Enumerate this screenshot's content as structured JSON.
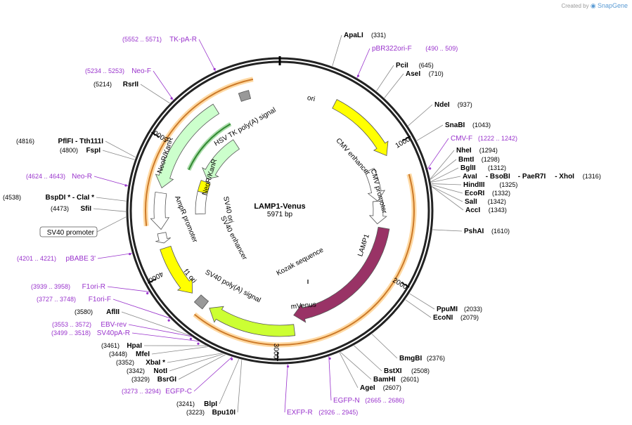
{
  "branding": {
    "created_by": "Created by",
    "app_name": "SnapGene",
    "logo_icon": "snapgene-logo-icon"
  },
  "plasmid": {
    "name": "LAMP1-Venus",
    "length_label": "5971 bp",
    "length": 5971
  },
  "ticks": [
    {
      "pos": 0,
      "label": ""
    },
    {
      "pos": 1000,
      "label": "1000"
    },
    {
      "pos": 2000,
      "label": "2000"
    },
    {
      "pos": 3000,
      "label": "3000"
    },
    {
      "pos": 4000,
      "label": "4000"
    },
    {
      "pos": 5000,
      "label": "5000"
    }
  ],
  "colors": {
    "ori": "#ffff00",
    "cmv": "#ffffff",
    "lamp1": "#993366",
    "mvenus": "#ccff33",
    "sv40_polya": "#999999",
    "f1_ori": "#ffff00",
    "ampr_promoter": "#ffffff",
    "neokanr": "#ccffcc",
    "hsv_polya": "#999999",
    "sv40_ori": "#ffff00",
    "primer": "#9933cc",
    "orf": "#cc7a29",
    "orf_glow": "#ffd9a3"
  },
  "features": [
    {
      "id": "ori",
      "label": "ori",
      "start": 450,
      "end": 1040,
      "radius": 171,
      "width": 14,
      "color": "#ffff00",
      "arrow": "cw"
    },
    {
      "id": "cmv-enhancer",
      "label": "CMV enhancer",
      "start": 1090,
      "end": 1400,
      "radius": 140,
      "width": 14,
      "color": "#ffffff",
      "arrow": "cw"
    },
    {
      "id": "cmv-promoter",
      "label": "CMV promoter",
      "start": 1400,
      "end": 1620,
      "radius": 140,
      "width": 14,
      "color": "#ffffff",
      "arrow": "cw"
    },
    {
      "id": "lamp1",
      "label": "LAMP1",
      "start": 1650,
      "end": 2860,
      "radius": 150,
      "width": 16,
      "color": "#993366",
      "arrow": "cw"
    },
    {
      "id": "mvenus",
      "label": "mVenus",
      "start": 2870,
      "end": 3580,
      "radius": 171,
      "width": 16,
      "color": "#ccff33",
      "arrow": "cw"
    },
    {
      "id": "sv40-polya",
      "label": "SV40 poly(A) signal",
      "start": 3620,
      "end": 3700,
      "radius": 171,
      "width": 14,
      "color": "#999999",
      "arrow": "none"
    },
    {
      "id": "f1-ori",
      "label": "f1 ori",
      "start": 3760,
      "end": 4180,
      "radius": 171,
      "width": 16,
      "color": "#ffff00",
      "arrow": "ccw"
    },
    {
      "id": "ampr-promoter-a",
      "label": "",
      "start": 4220,
      "end": 4300,
      "radius": 171,
      "width": 12,
      "color": "#ffffff",
      "arrow": "ccw"
    },
    {
      "id": "ampr-promoter-b",
      "label": "AmpR promoter",
      "start": 4330,
      "end": 4620,
      "radius": 171,
      "width": 16,
      "color": "#ffffff",
      "arrow": "ccw"
    },
    {
      "id": "neokanr-outer",
      "label": "NeoR/KanR",
      "start": 4660,
      "end": 5440,
      "radius": 171,
      "width": 16,
      "color": "#ccffcc",
      "arrow": "ccw"
    },
    {
      "id": "hsv-polya",
      "label": "HSV TK poly(A) signal",
      "start": 5650,
      "end": 5730,
      "radius": 171,
      "width": 12,
      "color": "#999999",
      "arrow": "none"
    },
    {
      "id": "sv40-ori",
      "label": "SV40 ori",
      "start": 4700,
      "end": 4830,
      "radius": 113,
      "width": 14,
      "color": "#ffff00",
      "arrow": "none"
    },
    {
      "id": "sv40-enhancer",
      "label": "SV40 enhancer",
      "start": 4440,
      "end": 4700,
      "radius": 113,
      "width": 14,
      "color": "#ffffff",
      "arrow": "none"
    },
    {
      "id": "neokanr-inner",
      "label": "NeoR/KanR",
      "start": 4870,
      "end": 5420,
      "radius": 113,
      "width": 16,
      "color": "#ccffcc",
      "arrow": "ccw"
    }
  ],
  "feature_labels": [
    {
      "id": "ori",
      "text": "ori"
    },
    {
      "id": "cmv-enhancer",
      "text": "CMV enhancer"
    },
    {
      "id": "cmv-promoter",
      "text": "CMV promoter"
    },
    {
      "id": "lamp1",
      "text": "LAMP1"
    },
    {
      "id": "mvenus",
      "text": "mVenus"
    },
    {
      "id": "sv40-polya",
      "text": "SV40 poly(A) signal"
    },
    {
      "id": "f1-ori",
      "text": "f1 ori"
    },
    {
      "id": "ampr-promoter",
      "text": "AmpR promoter"
    },
    {
      "id": "neokanr-outer",
      "text": "NeoR/KanR"
    },
    {
      "id": "hsv-polya",
      "text": "HSV TK poly(A) signal"
    },
    {
      "id": "sv40-ori",
      "text": "SV40 ori"
    },
    {
      "id": "sv40-enhancer",
      "text": "SV40 enhancer"
    },
    {
      "id": "neokanr-inner",
      "text": "NeoR/KanR"
    },
    {
      "id": "kozak",
      "text": "Kozak sequence"
    }
  ],
  "orfs": [
    {
      "start": 1230,
      "end": 3640,
      "direction": "cw"
    },
    {
      "start": 4370,
      "end": 5780,
      "direction": "ccw"
    }
  ],
  "inner_orf": {
    "start": 4880,
    "end": 5480,
    "direction": "ccw"
  },
  "sites": [
    {
      "name": "ApaLI",
      "pos_label": "(331)",
      "pos": 331,
      "side": "right"
    },
    {
      "name": "pBR322ori-F",
      "pos_label": "(490 .. 509)",
      "pos": 500,
      "side": "right",
      "primer": true
    },
    {
      "name": "PciI",
      "pos_label": "(645)",
      "pos": 645,
      "side": "right"
    },
    {
      "name": "AseI",
      "pos_label": "(710)",
      "pos": 710,
      "side": "right"
    },
    {
      "name": "NdeI",
      "pos_label": "(937)",
      "pos": 937,
      "side": "right"
    },
    {
      "name": "SnaBI",
      "pos_label": "(1043)",
      "pos": 1043,
      "side": "right"
    },
    {
      "name": "CMV-F",
      "pos_label": "(1222 .. 1242)",
      "pos": 1232,
      "side": "right",
      "primer": true
    },
    {
      "name": "NheI",
      "pos_label": "(1294)",
      "pos": 1294,
      "side": "right"
    },
    {
      "name": "BmtI",
      "pos_label": "(1298)",
      "pos": 1298,
      "side": "right"
    },
    {
      "name": "BglII",
      "pos_label": "(1312)",
      "pos": 1312,
      "side": "right"
    },
    {
      "name": "AvaI",
      "extra": [
        "BsoBI",
        "PaeR7I",
        "XhoI"
      ],
      "pos_label": "(1316)",
      "pos": 1316,
      "side": "right"
    },
    {
      "name": "HindIII",
      "pos_label": "(1325)",
      "pos": 1325,
      "side": "right"
    },
    {
      "name": "EcoRI",
      "pos_label": "(1332)",
      "pos": 1332,
      "side": "right"
    },
    {
      "name": "SalI",
      "pos_label": "(1342)",
      "pos": 1342,
      "side": "right"
    },
    {
      "name": "AccI",
      "pos_label": "(1343)",
      "pos": 1343,
      "side": "right"
    },
    {
      "name": "PshAI",
      "pos_label": "(1610)",
      "pos": 1610,
      "side": "right"
    },
    {
      "name": "PpuMI",
      "pos_label": "(2033)",
      "pos": 2033,
      "side": "right"
    },
    {
      "name": "EcoNI",
      "pos_label": "(2079)",
      "pos": 2079,
      "side": "right"
    },
    {
      "name": "BmgBI",
      "pos_label": "(2376)",
      "pos": 2376,
      "side": "right"
    },
    {
      "name": "BstXI",
      "pos_label": "(2508)",
      "pos": 2508,
      "side": "right"
    },
    {
      "name": "BamHI",
      "pos_label": "(2601)",
      "pos": 2601,
      "side": "right"
    },
    {
      "name": "AgeI",
      "pos_label": "(2607)",
      "pos": 2607,
      "side": "right"
    },
    {
      "name": "EGFP-N",
      "pos_label": "(2665 .. 2686)",
      "pos": 2676,
      "side": "right",
      "primer": true
    },
    {
      "name": "EXFP-R",
      "pos_label": "(2926 .. 2945)",
      "pos": 2936,
      "side": "right",
      "primer": true
    },
    {
      "name": "Bpu10I",
      "pos_label": "(3223)",
      "pos": 3223,
      "side": "left"
    },
    {
      "name": "BlpI",
      "pos_label": "(3241)",
      "pos": 3241,
      "side": "left"
    },
    {
      "name": "EGFP-C",
      "pos_label": "(3273 .. 3294)",
      "pos": 3283,
      "side": "left",
      "primer": true
    },
    {
      "name": "BsrGI",
      "pos_label": "(3329)",
      "pos": 3329,
      "side": "left"
    },
    {
      "name": "NotI",
      "pos_label": "(3342)",
      "pos": 3342,
      "side": "left"
    },
    {
      "name": "XbaI *",
      "pos_label": "(3352)",
      "pos": 3352,
      "side": "left"
    },
    {
      "name": "MfeI",
      "pos_label": "(3448)",
      "pos": 3448,
      "side": "left"
    },
    {
      "name": "HpaI",
      "pos_label": "(3461)",
      "pos": 3461,
      "side": "left"
    },
    {
      "name": "SV40pA-R",
      "pos_label": "(3499 .. 3518)",
      "pos": 3508,
      "side": "left",
      "primer": true
    },
    {
      "name": "EBV-rev",
      "pos_label": "(3553 .. 3572)",
      "pos": 3562,
      "side": "left",
      "primer": true
    },
    {
      "name": "AflII",
      "pos_label": "(3580)",
      "pos": 3580,
      "side": "left"
    },
    {
      "name": "F1ori-F",
      "pos_label": "(3727 .. 3748)",
      "pos": 3737,
      "side": "left",
      "primer": true
    },
    {
      "name": "F1ori-R",
      "pos_label": "(3939 .. 3958)",
      "pos": 3948,
      "side": "left",
      "primer": true
    },
    {
      "name": "pBABE 3'",
      "pos_label": "(4201 .. 4221)",
      "pos": 4211,
      "side": "left",
      "primer": true
    },
    {
      "name": "SV40 promoter",
      "pos_label": "",
      "pos": 4440,
      "side": "left",
      "boxed": true
    },
    {
      "name": "SfiI",
      "pos_label": "(4473)",
      "pos": 4473,
      "side": "left"
    },
    {
      "name": "BspDI *",
      "extra": [
        "ClaI *"
      ],
      "pos_label": "(4538)",
      "pos": 4538,
      "side": "left"
    },
    {
      "name": "Neo-R",
      "pos_label": "(4624 .. 4643)",
      "pos": 4633,
      "side": "left",
      "primer": true
    },
    {
      "name": "FspI",
      "pos_label": "(4800)",
      "pos": 4800,
      "side": "left"
    },
    {
      "name": "PflFI",
      "extra": [
        "Tth111I"
      ],
      "pos_label": "(4816)",
      "pos": 4816,
      "side": "left"
    },
    {
      "name": "RsrII",
      "pos_label": "(5214)",
      "pos": 5214,
      "side": "left"
    },
    {
      "name": "Neo-F",
      "pos_label": "(5234 .. 5253)",
      "pos": 5243,
      "side": "left",
      "primer": true
    },
    {
      "name": "TK-pA-R",
      "pos_label": "(5552 .. 5571)",
      "pos": 5561,
      "side": "left",
      "primer": true
    }
  ]
}
